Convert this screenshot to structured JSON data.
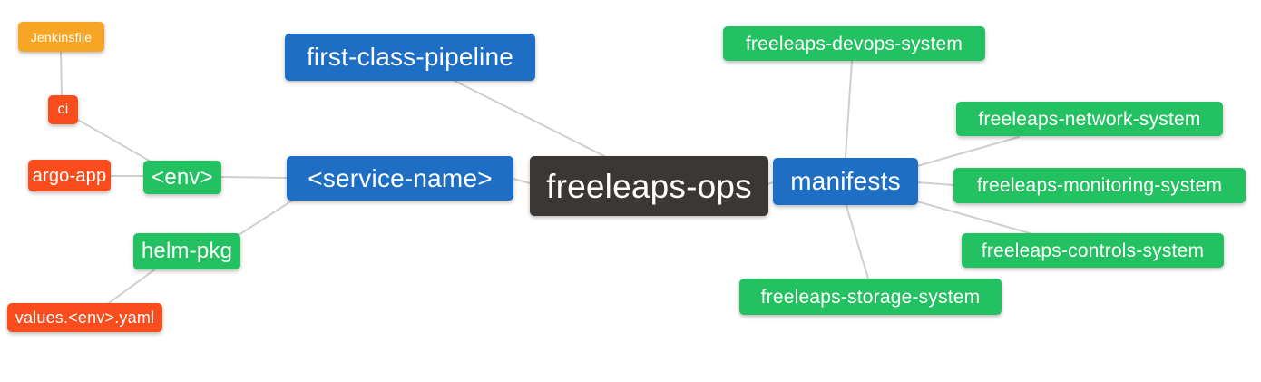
{
  "diagram": {
    "type": "mindmap",
    "background": "#ffffff",
    "line_color": "#cfcfcf",
    "colors": {
      "root_node": "#3b3734",
      "branch_node_blue": "#1e6ec4",
      "leaf_node_green": "#23c161",
      "leaf_node_orange": "#f6a524",
      "leaf_node_red": "#f94d1d",
      "text": "#ffffff"
    },
    "nodes": {
      "freeleaps_ops": {
        "label": "freeleaps-ops"
      },
      "first_class_pipeline": {
        "label": "first-class-pipeline"
      },
      "service_name": {
        "label": "<service-name>"
      },
      "manifests": {
        "label": "manifests"
      },
      "env": {
        "label": "<env>"
      },
      "helm_pkg": {
        "label": "helm-pkg"
      },
      "jenkinsfile": {
        "label": "Jenkinsfile"
      },
      "ci": {
        "label": "ci"
      },
      "argo_app": {
        "label": "argo-app"
      },
      "values_env_yaml": {
        "label": "values.<env>.yaml"
      },
      "devops_system": {
        "label": "freeleaps-devops-system"
      },
      "network_system": {
        "label": "freeleaps-network-system"
      },
      "monitoring_system": {
        "label": "freeleaps-monitoring-system"
      },
      "controls_system": {
        "label": "freeleaps-controls-system"
      },
      "storage_system": {
        "label": "freeleaps-storage-system"
      }
    },
    "edges": [
      {
        "from": "jenkinsfile",
        "to": "ci"
      },
      {
        "from": "ci",
        "to": "env"
      },
      {
        "from": "argo_app",
        "to": "env"
      },
      {
        "from": "env",
        "to": "service_name"
      },
      {
        "from": "service_name",
        "to": "helm_pkg"
      },
      {
        "from": "helm_pkg",
        "to": "values_env_yaml"
      },
      {
        "from": "service_name",
        "to": "freeleaps_ops"
      },
      {
        "from": "first_class_pipeline",
        "to": "freeleaps_ops"
      },
      {
        "from": "freeleaps_ops",
        "to": "manifests"
      },
      {
        "from": "manifests",
        "to": "devops_system"
      },
      {
        "from": "manifests",
        "to": "network_system"
      },
      {
        "from": "manifests",
        "to": "monitoring_system"
      },
      {
        "from": "manifests",
        "to": "controls_system"
      },
      {
        "from": "manifests",
        "to": "storage_system"
      }
    ]
  }
}
